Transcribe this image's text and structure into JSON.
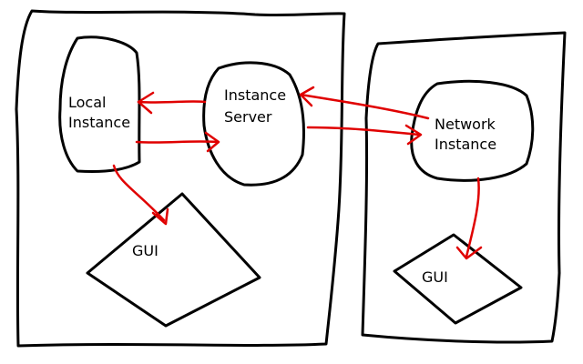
{
  "nodes": {
    "local_instance": {
      "line1": "Local",
      "line2": "Instance"
    },
    "instance_server": {
      "line1": "Instance",
      "line2": "Server"
    },
    "network_instance": {
      "line1": "Network",
      "line2": "Instance"
    },
    "gui_left": {
      "label": "GUI"
    },
    "gui_right": {
      "label": "GUI"
    }
  },
  "colors": {
    "outline": "#000000",
    "arrow": "#e00000",
    "text": "#000000",
    "background": "#ffffff"
  }
}
